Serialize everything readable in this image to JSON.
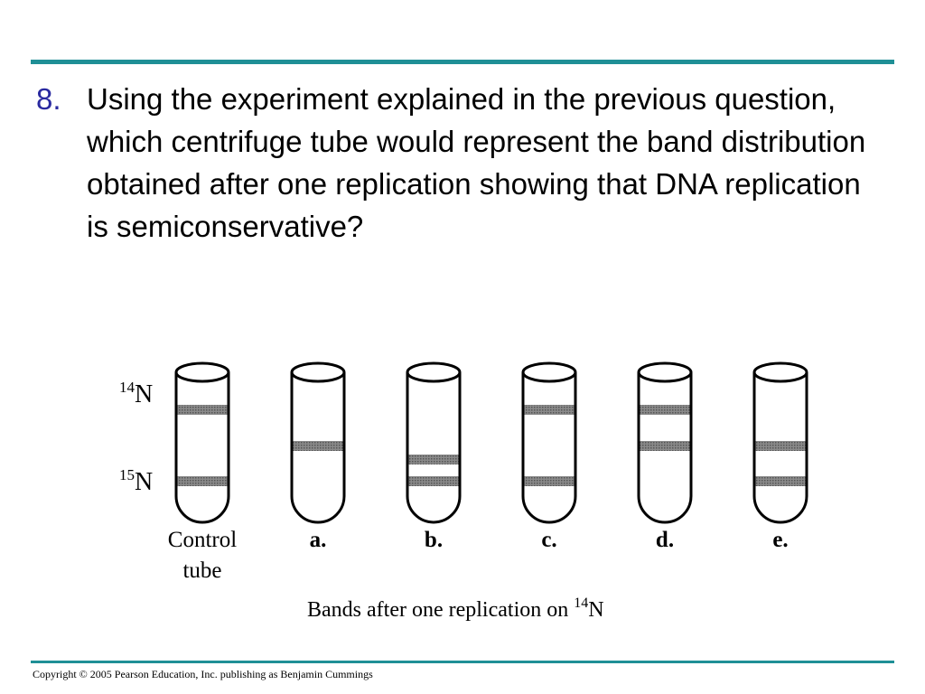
{
  "slide": {
    "number": "8.",
    "question": "Using the experiment explained in the previous question, which centrifuge tube would represent the band distribution obtained after one replication showing that DNA replication is semiconservative?",
    "copyright": "Copyright © 2005 Pearson Education, Inc. publishing as Benjamin Cummings"
  },
  "figure": {
    "density_labels": {
      "light": {
        "sup": "14",
        "element": "N"
      },
      "heavy": {
        "sup": "15",
        "element": "N"
      }
    },
    "tubes": [
      {
        "id": "control",
        "label_lines": [
          "Control",
          "tube"
        ],
        "bold": false,
        "bands": [
          "light",
          "heavy"
        ]
      },
      {
        "id": "a",
        "label_lines": [
          "a."
        ],
        "bold": true,
        "bands": [
          "intermediate"
        ]
      },
      {
        "id": "b",
        "label_lines": [
          "b."
        ],
        "bold": true,
        "bands": [
          "intermediate-low",
          "heavy"
        ]
      },
      {
        "id": "c",
        "label_lines": [
          "c."
        ],
        "bold": true,
        "bands": [
          "light",
          "heavy"
        ]
      },
      {
        "id": "d",
        "label_lines": [
          "d."
        ],
        "bold": true,
        "bands": [
          "light",
          "intermediate"
        ]
      },
      {
        "id": "e",
        "label_lines": [
          "e."
        ],
        "bold": true,
        "bands": [
          "intermediate",
          "heavy"
        ]
      }
    ],
    "caption": {
      "text": "Bands after one replication on ",
      "sup": "14",
      "element": "N"
    },
    "colors": {
      "band": "#707070",
      "tube_outline": "#000000"
    }
  }
}
